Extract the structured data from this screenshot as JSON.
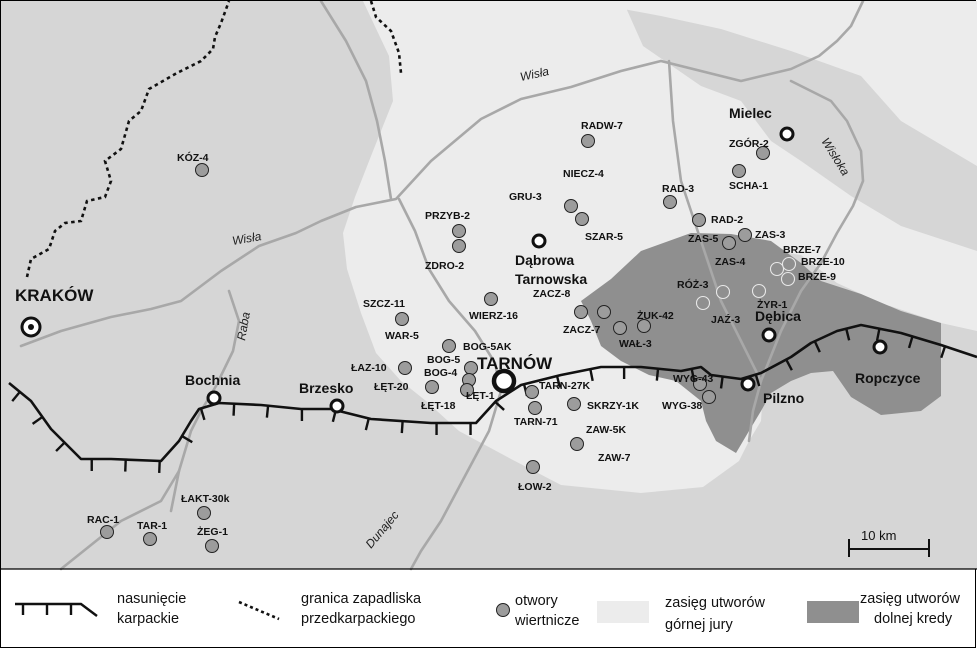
{
  "colors": {
    "background": "#d6d6d6",
    "jurassic": "#ececec",
    "cretaceous": "#8f8f8f",
    "river": "#a8a8a8",
    "well": "#9c9c9c",
    "line": "#111111"
  },
  "rivers": [
    "Wisła",
    "Wisła",
    "Wisłoka",
    "Raba",
    "Dunajec"
  ],
  "cities": {
    "krakow": "KRAKÓW",
    "tarnow": "TARNÓW",
    "dabrowa_1": "Dąbrowa",
    "dabrowa_2": "Tarnowska",
    "mielec": "Mielec",
    "debica": "Dębica",
    "ropczyce": "Ropczyce",
    "pilzno": "Pilzno",
    "bochnia": "Bochnia",
    "brzesko": "Brzesko"
  },
  "wells": [
    "KÓZ-4",
    "RADW-7",
    "ZGÓR-2",
    "SCHA-1",
    "NIECZ-4",
    "GRU-3",
    "SZAR-5",
    "RAD-3",
    "RAD-2",
    "ZAS-5",
    "ZAS-3",
    "ZAS-4",
    "BRZE-7",
    "BRZE-10",
    "BRZE-9",
    "PRZYB-2",
    "ZDRO-2",
    "ZACZ-8",
    "ZACZ-7",
    "ŻUK-42",
    "WAŁ-3",
    "RÓŻ-3",
    "ŻYR-1",
    "JAŹ-3",
    "SZCZ-11",
    "WIERZ-16",
    "WAR-5",
    "BOG-5AK",
    "BOG-5",
    "BOG-4",
    "ŁAZ-10",
    "ŁĘT-20",
    "ŁĘT-18",
    "ŁĘT-1",
    "TARN-27K",
    "TARN-71",
    "SKRZY-1K",
    "WYG-43",
    "WYG-38",
    "ZAW-5K",
    "ZAW-7",
    "ŁOW-2",
    "ŁAKT-30k",
    "RAC-1",
    "TAR-1",
    "ŻEG-1"
  ],
  "scale_label": "10 km",
  "legend": {
    "overthrust": [
      "nasunięcie",
      "karpackie"
    ],
    "foredeep": [
      "granica zapadliska",
      "przedkarpackiego"
    ],
    "boreholes": [
      "otwory",
      "wiertnicze"
    ],
    "jurassic": [
      "zasięg utworów",
      "górnej jury"
    ],
    "cretaceous": [
      "zasięg utworów",
      "dolnej kredy"
    ]
  }
}
